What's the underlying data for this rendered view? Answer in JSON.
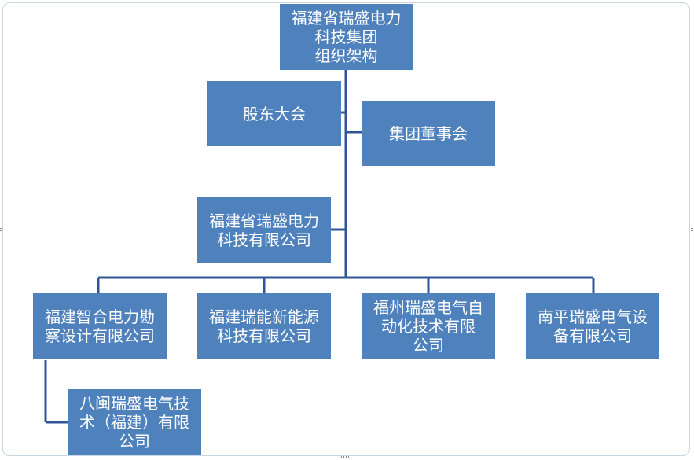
{
  "diagram": {
    "root": "福建省瑞盛电力\n科技集团\n组织架构",
    "shareholders": "股东大会",
    "board": "集团董事会",
    "company": "福建省瑞盛电力\n科技有限公司",
    "subsidiaries": [
      "福建智合电力勘\n察设计有限公司",
      "福建瑞能新能源\n科技有限公司",
      "福州瑞盛电气自\n动化技术有限\n公司",
      "南平瑞盛电气设\n备有限公司"
    ],
    "sub_subsidiary": "八闽瑞盛电气技\n术（福建）有限\n公司"
  },
  "colors": {
    "box": "#4f81bd",
    "line": "#2f5597",
    "text": "#ffffff",
    "frame": "#c9d6e4"
  }
}
